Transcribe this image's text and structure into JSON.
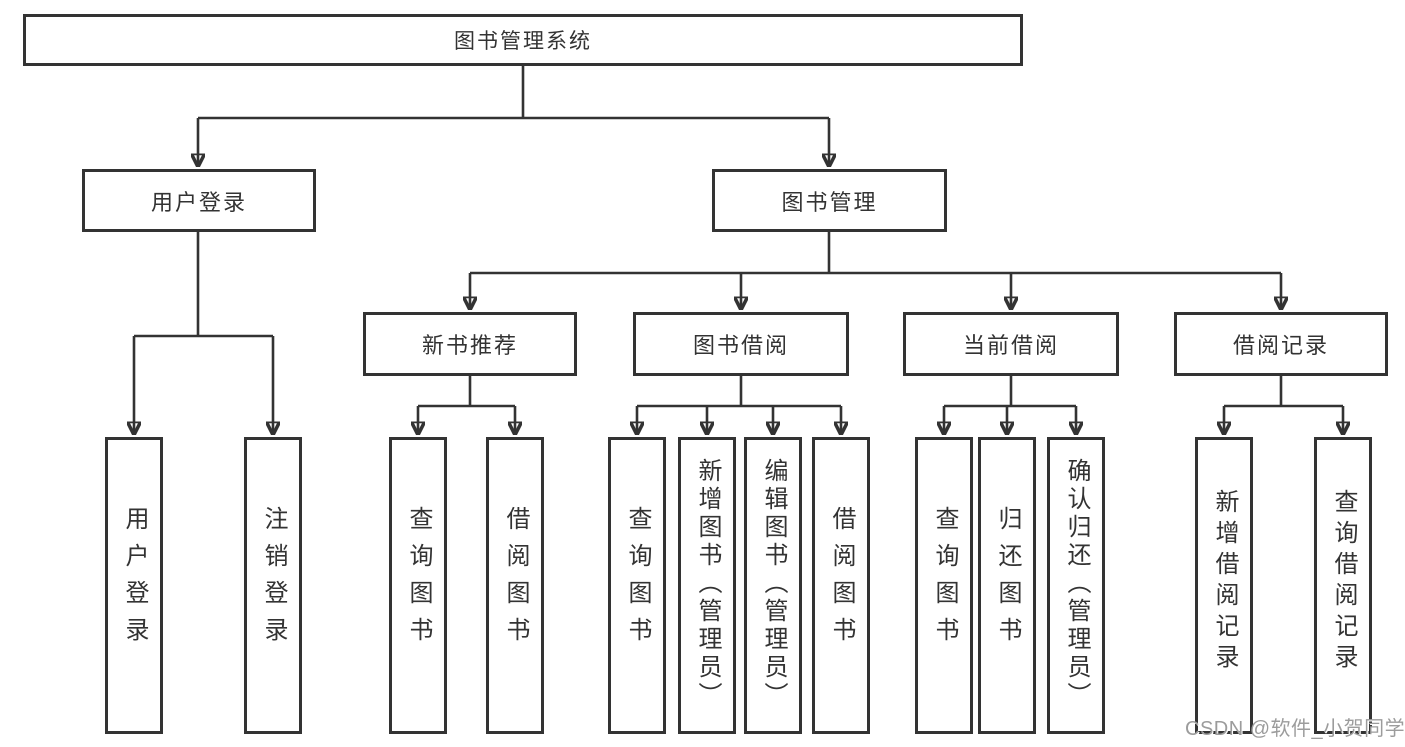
{
  "diagram_type": "hierarchy-tree",
  "tree": {
    "label": "图书管理系统",
    "children": [
      {
        "label": "用户登录",
        "children": [
          {
            "label": "用户登录"
          },
          {
            "label": "注销登录"
          }
        ]
      },
      {
        "label": "图书管理",
        "children": [
          {
            "label": "新书推荐",
            "children": [
              {
                "label": "查询图书"
              },
              {
                "label": "借阅图书"
              }
            ]
          },
          {
            "label": "图书借阅",
            "children": [
              {
                "label": "查询图书"
              },
              {
                "label": "新增图书（管理员）"
              },
              {
                "label": "编辑图书（管理员）"
              },
              {
                "label": "借阅图书"
              }
            ]
          },
          {
            "label": "当前借阅",
            "children": [
              {
                "label": "查询图书"
              },
              {
                "label": "归还图书"
              },
              {
                "label": "确认归还（管理员）"
              }
            ]
          },
          {
            "label": "借阅记录",
            "children": [
              {
                "label": "新增借阅记录"
              },
              {
                "label": "查询借阅记录"
              }
            ]
          }
        ]
      }
    ]
  },
  "watermark": {
    "text": "CSDN @软件_小贺同学"
  },
  "colors": {
    "line": "#333333",
    "box_border": "#333333",
    "box_background": "#ffffff",
    "text": "#333333",
    "watermark_text": "#9c9c9c",
    "page_background": "#ffffff"
  }
}
